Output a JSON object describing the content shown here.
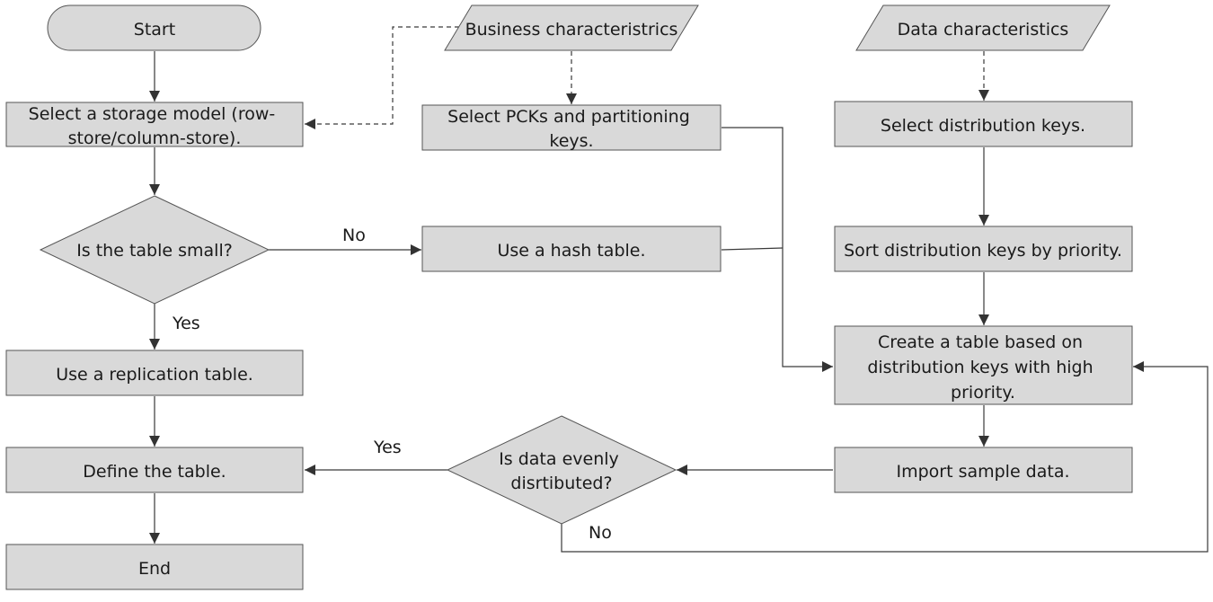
{
  "nodes": {
    "start": {
      "text": [
        "Start"
      ]
    },
    "biz": {
      "text": [
        "Business characteristrics"
      ]
    },
    "datac": {
      "text": [
        "Data characteristics"
      ]
    },
    "storage": {
      "text": [
        "Select a storage model (row-",
        "store/column-store)."
      ]
    },
    "pck": {
      "text": [
        "Select PCKs and  partitioning",
        "keys."
      ]
    },
    "distkeys": {
      "text": [
        "Select distribution keys."
      ]
    },
    "small": {
      "text": [
        "Is the table small?"
      ]
    },
    "hash": {
      "text": [
        "Use a hash table."
      ]
    },
    "sort": {
      "text": [
        "Sort distribution keys by priority."
      ]
    },
    "repl": {
      "text": [
        "Use a replication table."
      ]
    },
    "create": {
      "text": [
        "Create a table based on",
        "distribution keys with high",
        "priority."
      ]
    },
    "define": {
      "text": [
        "Define the table."
      ]
    },
    "even": {
      "text": [
        "Is data evenly",
        "disrtibuted?"
      ]
    },
    "import": {
      "text": [
        "Import sample data."
      ]
    },
    "end": {
      "text": [
        "End"
      ]
    }
  },
  "edge_labels": {
    "no_small": "No",
    "yes_small": "Yes",
    "yes_even": "Yes",
    "no_even": "No"
  }
}
